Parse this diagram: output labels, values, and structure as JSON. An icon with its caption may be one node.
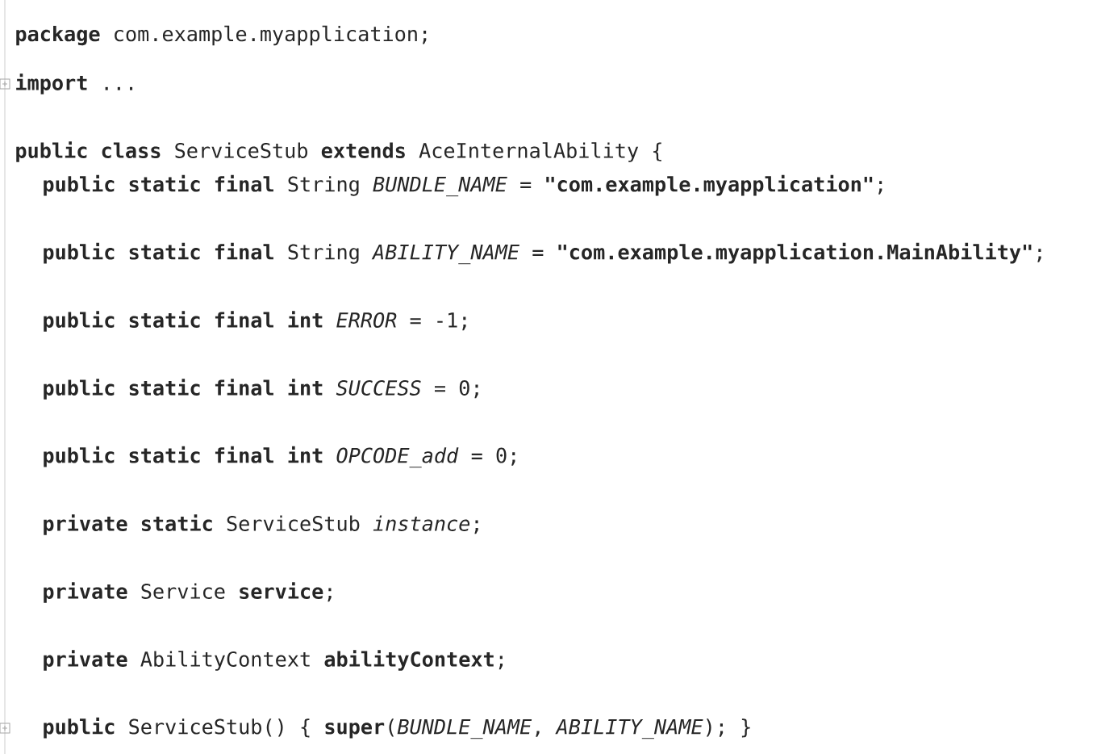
{
  "diagram": {
    "labels": [
      "**package** com.example.myapplication;",
      "**import** ...",
      "**public class** ServiceStub **extends** AceInternalAbility {",
      "**public static final** String *BUNDLE_NAME* = **\"com.example.myapplication\"**;",
      "**public static final** String *ABILITY_NAME* = **\"com.example.myapplication.MainAbility\"**;",
      "**public static final int** *ERROR* = -1;",
      "**public static final int** *SUCCESS* = 0;",
      "**public static final int** *OPCODE_add* = 0;",
      "**private static** ServiceStub *instance*;",
      "**private** Service **service**;",
      "**private** AbilityContext **abilityContext**;",
      "**public** ServiceStub() { **super**(*BUNDLE_NAME*, *ABILITY_NAME*); }"
    ]
  }
}
